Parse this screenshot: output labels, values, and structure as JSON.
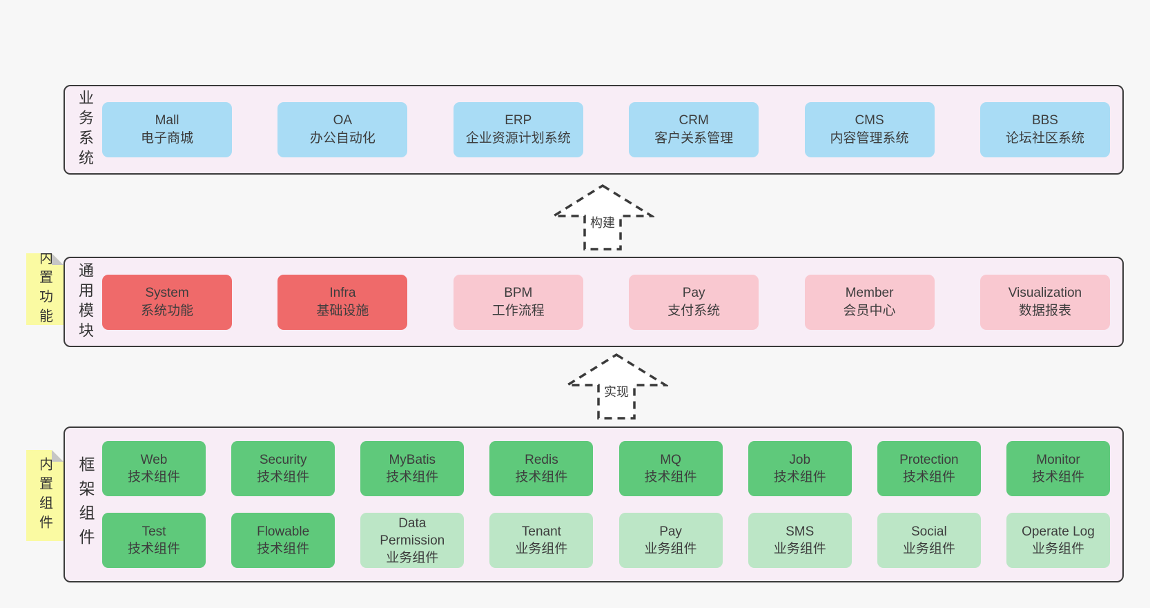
{
  "colors": {
    "page_bg": "#f7f7f7",
    "section_bg": "#f8edf6",
    "section_border": "#3a3a3a",
    "business_box": "#a9dcf5",
    "module_core_box": "#ef6a6a",
    "module_plugin_box": "#f9c8d0",
    "tech_component_box": "#5fc97b",
    "biz_component_box": "#bce6c6",
    "sticky_note": "#fafaa2",
    "text": "#3d3d3d"
  },
  "sections": {
    "business": {
      "side_label": "业务系统",
      "items": [
        {
          "title": "Mall",
          "subtitle": "电子商城"
        },
        {
          "title": "OA",
          "subtitle": "办公自动化"
        },
        {
          "title": "ERP",
          "subtitle": "企业资源计划系统"
        },
        {
          "title": "CRM",
          "subtitle": "客户关系管理"
        },
        {
          "title": "CMS",
          "subtitle": "内容管理系统"
        },
        {
          "title": "BBS",
          "subtitle": "论坛社区系统"
        }
      ]
    },
    "modules": {
      "side_label": "通用模块",
      "sticky_label": "内置功能",
      "items": [
        {
          "title": "System",
          "subtitle": "系统功能"
        },
        {
          "title": "Infra",
          "subtitle": "基础设施"
        },
        {
          "title": "BPM",
          "subtitle": "工作流程"
        },
        {
          "title": "Pay",
          "subtitle": "支付系统"
        },
        {
          "title": "Member",
          "subtitle": "会员中心"
        },
        {
          "title": "Visualization",
          "subtitle": "数据报表"
        }
      ]
    },
    "framework": {
      "side_label": "框架组件",
      "sticky_label": "内置组件",
      "row1": [
        {
          "title": "Web",
          "subtitle": "技术组件"
        },
        {
          "title": "Security",
          "subtitle": "技术组件"
        },
        {
          "title": "MyBatis",
          "subtitle": "技术组件"
        },
        {
          "title": "Redis",
          "subtitle": "技术组件"
        },
        {
          "title": "MQ",
          "subtitle": "技术组件"
        },
        {
          "title": "Job",
          "subtitle": "技术组件"
        },
        {
          "title": "Protection",
          "subtitle": "技术组件"
        },
        {
          "title": "Monitor",
          "subtitle": "技术组件"
        }
      ],
      "row2": [
        {
          "title": "Test",
          "subtitle": "技术组件"
        },
        {
          "title": "Flowable",
          "subtitle": "技术组件"
        },
        {
          "title": "Data Permission",
          "subtitle": "业务组件"
        },
        {
          "title": "Tenant",
          "subtitle": "业务组件"
        },
        {
          "title": "Pay",
          "subtitle": "业务组件"
        },
        {
          "title": "SMS",
          "subtitle": "业务组件"
        },
        {
          "title": "Social",
          "subtitle": "业务组件"
        },
        {
          "title": "Operate Log",
          "subtitle": "业务组件"
        }
      ]
    }
  },
  "arrows": {
    "build": {
      "label": "构建"
    },
    "implement": {
      "label": "实现"
    }
  }
}
